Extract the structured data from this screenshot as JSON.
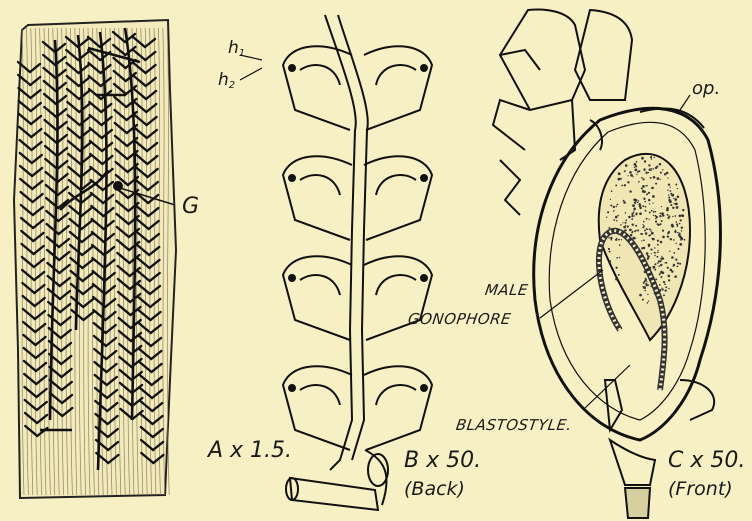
{
  "labels": {
    "h1": "h",
    "h1_sub": "1",
    "h2": "h",
    "h2_sub": "2",
    "g": "G",
    "op": "op.",
    "male": "MALE",
    "gonophore": "GONOPHORE",
    "blastostyle": "BLASTOSTYLE."
  },
  "captions": {
    "a": "A x 1.5.",
    "b": "B x 50.",
    "b_sub": "(Back)",
    "c": "C x 50.",
    "c_sub": "(Front)"
  }
}
